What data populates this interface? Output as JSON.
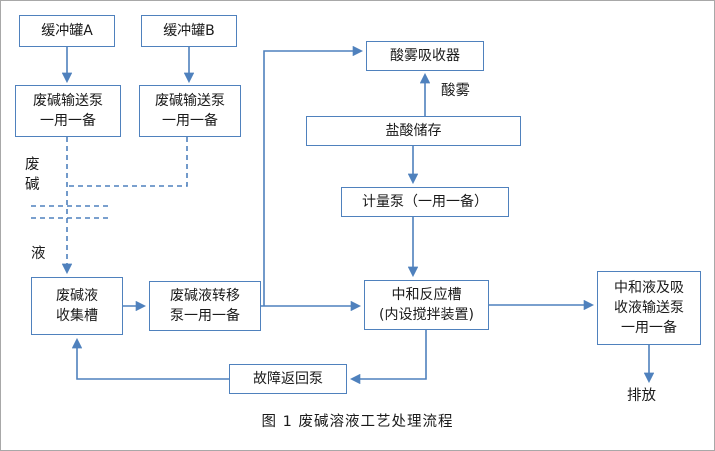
{
  "diagram": {
    "caption": "图 1 废碱溶液工艺处理流程",
    "colors": {
      "line": "#4f81bd",
      "text": "#1a1a1a",
      "background": "#ffffff"
    },
    "nodes": {
      "buffer_tank_a": "缓冲罐A",
      "buffer_tank_b": "缓冲罐B",
      "feed_pump_a": "废碱输送泵\n一用一备",
      "feed_pump_b": "废碱输送泵\n一用一备",
      "acid_mist_absorber": "酸雾吸收器",
      "hcl_storage": "盐酸储存",
      "metering_pump": "计量泵（一用一备）",
      "collection_tank": "废碱液\n收集槽",
      "transfer_pump": "废碱液转移\n泵一用一备",
      "neutralization_tank": "中和反应槽\n(内设搅拌装置)",
      "output_pump": "中和液及吸\n收液输送泵\n一用一备",
      "fault_return_pump": "故障返回泵"
    },
    "labels": {
      "waste_alkali": "废\n碱",
      "liquid": "液",
      "acid_mist": "酸雾",
      "discharge": "排放"
    }
  }
}
